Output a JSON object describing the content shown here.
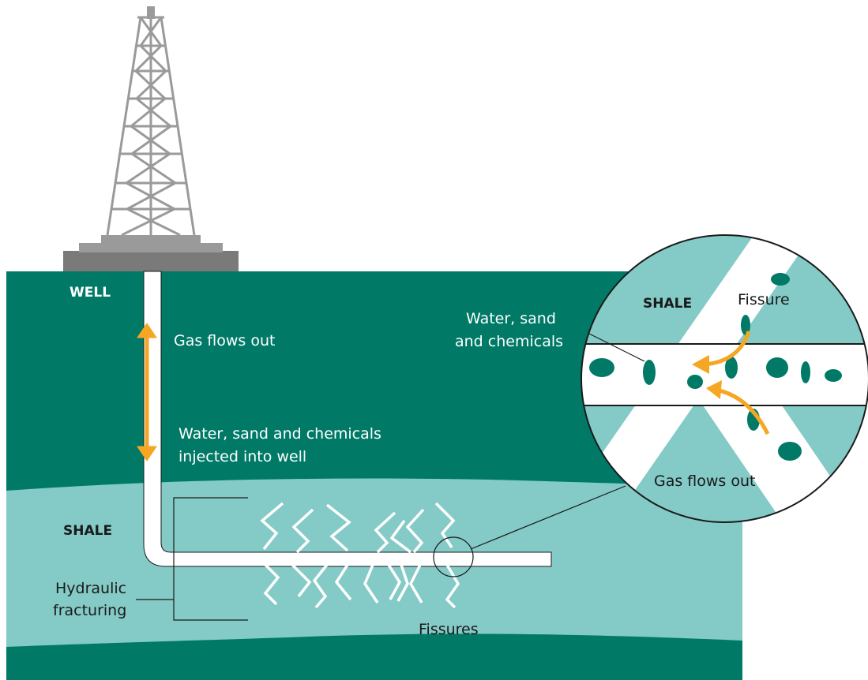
{
  "colors": {
    "ground": "#007a67",
    "shale": "#84cac6",
    "pipe": "#ffffff",
    "arrow": "#f5a623",
    "rig": "#9a9a9a",
    "platform": "#7a7a7a",
    "line": "#1a1a1a"
  },
  "labels": {
    "well": "WELL",
    "gas_flows_out": "Gas flows out",
    "injected_line1": "Water, sand and chemicals",
    "injected_line2": "injected into well",
    "shale": "SHALE",
    "hydraulic_line1": "Hydraulic",
    "hydraulic_line2": "fracturing",
    "fissures": "Fissures"
  },
  "inset": {
    "shale": "SHALE",
    "fissure": "Fissure",
    "water_line1": "Water, sand",
    "water_line2": "and chemicals",
    "gas_flows_out": "Gas flows out"
  },
  "icons": [
    "drilling-rig-icon",
    "double-arrow-icon",
    "fissure-crack-icon",
    "curved-arrow-icon"
  ]
}
